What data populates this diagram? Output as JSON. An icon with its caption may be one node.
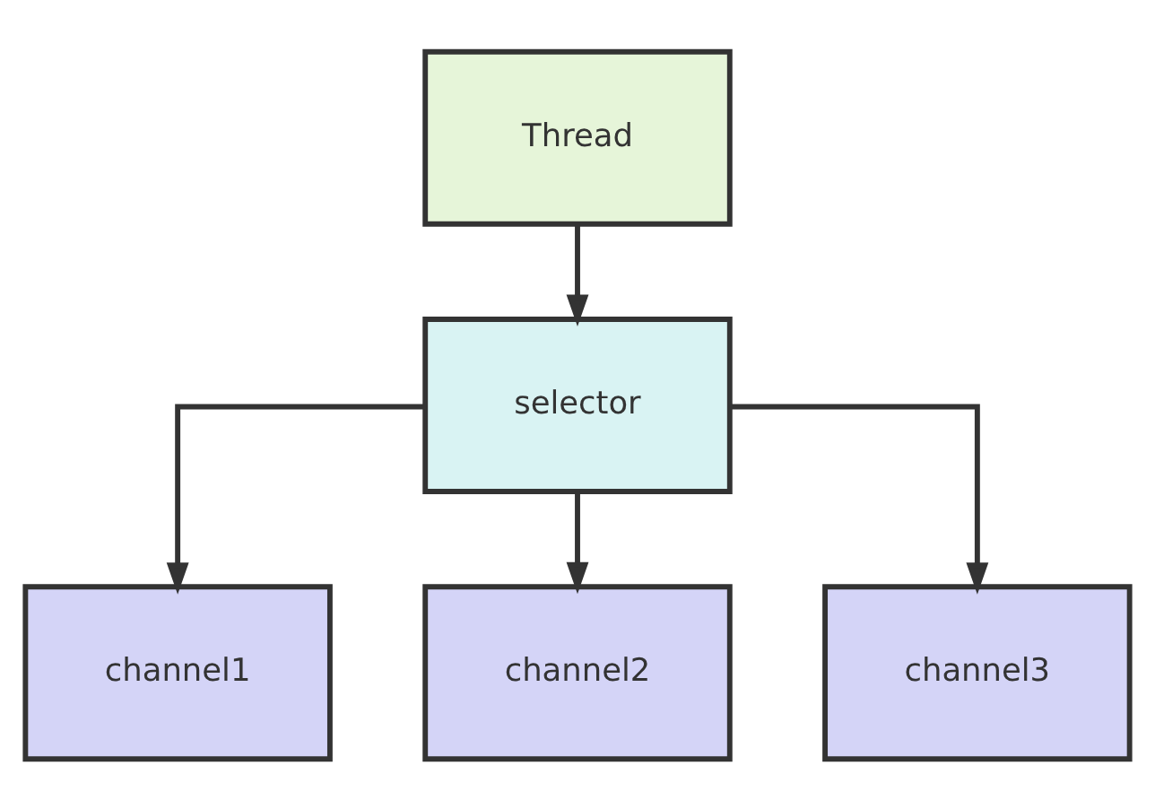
{
  "diagram": {
    "nodes": [
      {
        "text": [
          "Thread"
        ]
      },
      {
        "text": [
          "selector"
        ]
      },
      {
        "text": [
          "channel1"
        ]
      },
      {
        "text": [
          "channel2"
        ]
      },
      {
        "text": [
          "channel3"
        ]
      }
    ],
    "edges": [
      {
        "from": 0,
        "to": 1,
        "arrow": "to"
      },
      {
        "from": 1,
        "to": 2,
        "arrow": "to"
      },
      {
        "from": 1,
        "to": 3,
        "arrow": "to"
      },
      {
        "from": 1,
        "to": 4,
        "arrow": "to"
      }
    ]
  }
}
